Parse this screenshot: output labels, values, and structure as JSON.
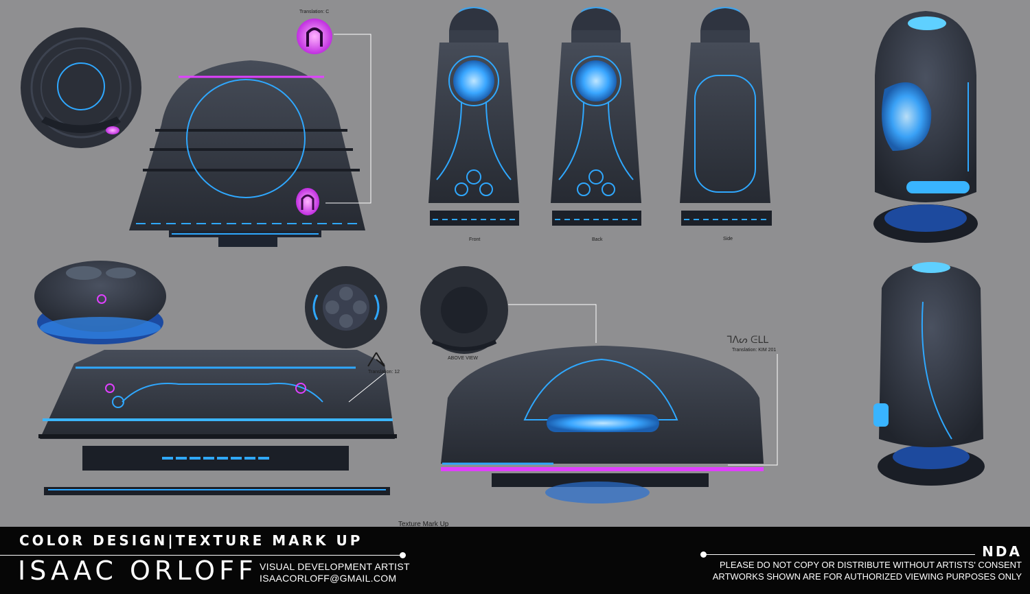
{
  "labels": {
    "translation_c": "Translation: C",
    "front": "Front",
    "back": "Back",
    "side": "Side",
    "above_view": "ABOVE VIEW",
    "translation_12": "Translation: 12",
    "translation_kim": "Translation: KIM 201",
    "texture": "Texture Mark Up"
  },
  "footer": {
    "title": "COLOR DESIGN|TEXTURE MARK UP",
    "name": "ISAAC ORLOFF",
    "role": "VISUAL DEVELOPMENT ARTIST",
    "email": "ISAACORLOFF@GMAIL.COM",
    "nda": "NDA",
    "notice1": "PLEASE DO NOT COPY OR DISTRIBUTE WITHOUT ARTISTS' CONSENT",
    "notice2": "ARTWORKS SHOWN ARE FOR AUTHORIZED VIEWING PURPOSES ONLY"
  },
  "colors": {
    "glow_blue": "#2fa8ff",
    "glow_magenta": "#e040ff",
    "body_dark": "#2a2f3a"
  }
}
